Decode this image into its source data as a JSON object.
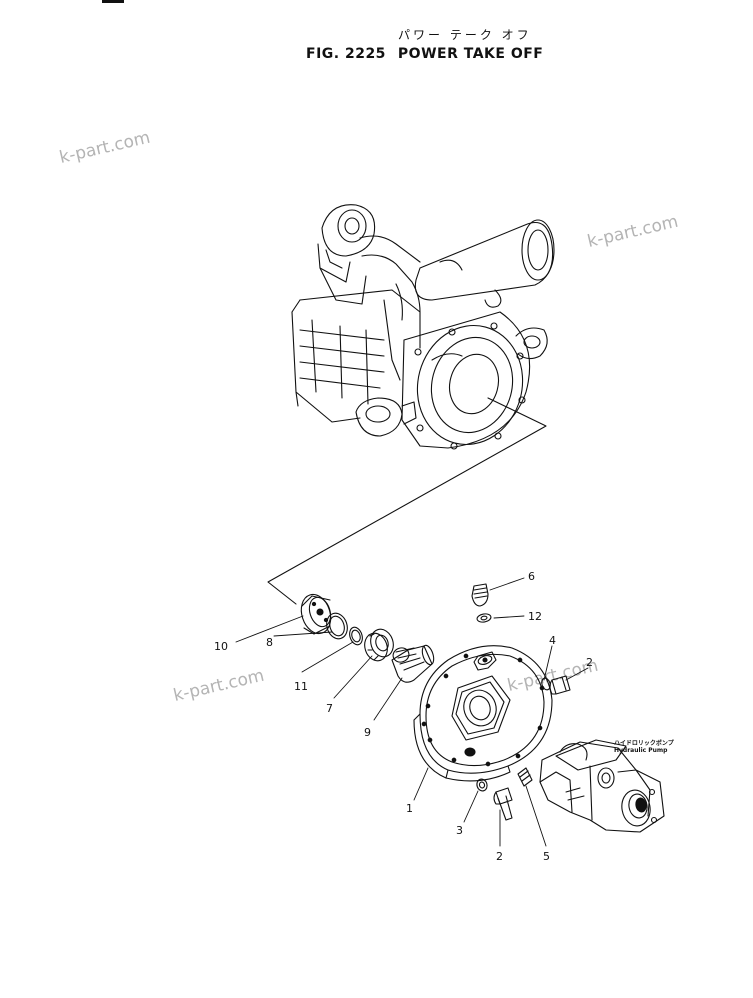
{
  "header": {
    "title_kana": "パワー テーク オフ",
    "fig_number": "FIG. 2225",
    "title": "POWER TAKE OFF"
  },
  "watermarks": [
    "k-part.com",
    "k-part.com",
    "k-part.com",
    "k-part.com"
  ],
  "callouts": [
    "1",
    "2",
    "2",
    "3",
    "4",
    "5",
    "6",
    "7",
    "8",
    "9",
    "10",
    "11",
    "12"
  ],
  "pump_label": {
    "japanese": "ハイドロリックポンプ",
    "english": "Hydraulic Pump"
  }
}
